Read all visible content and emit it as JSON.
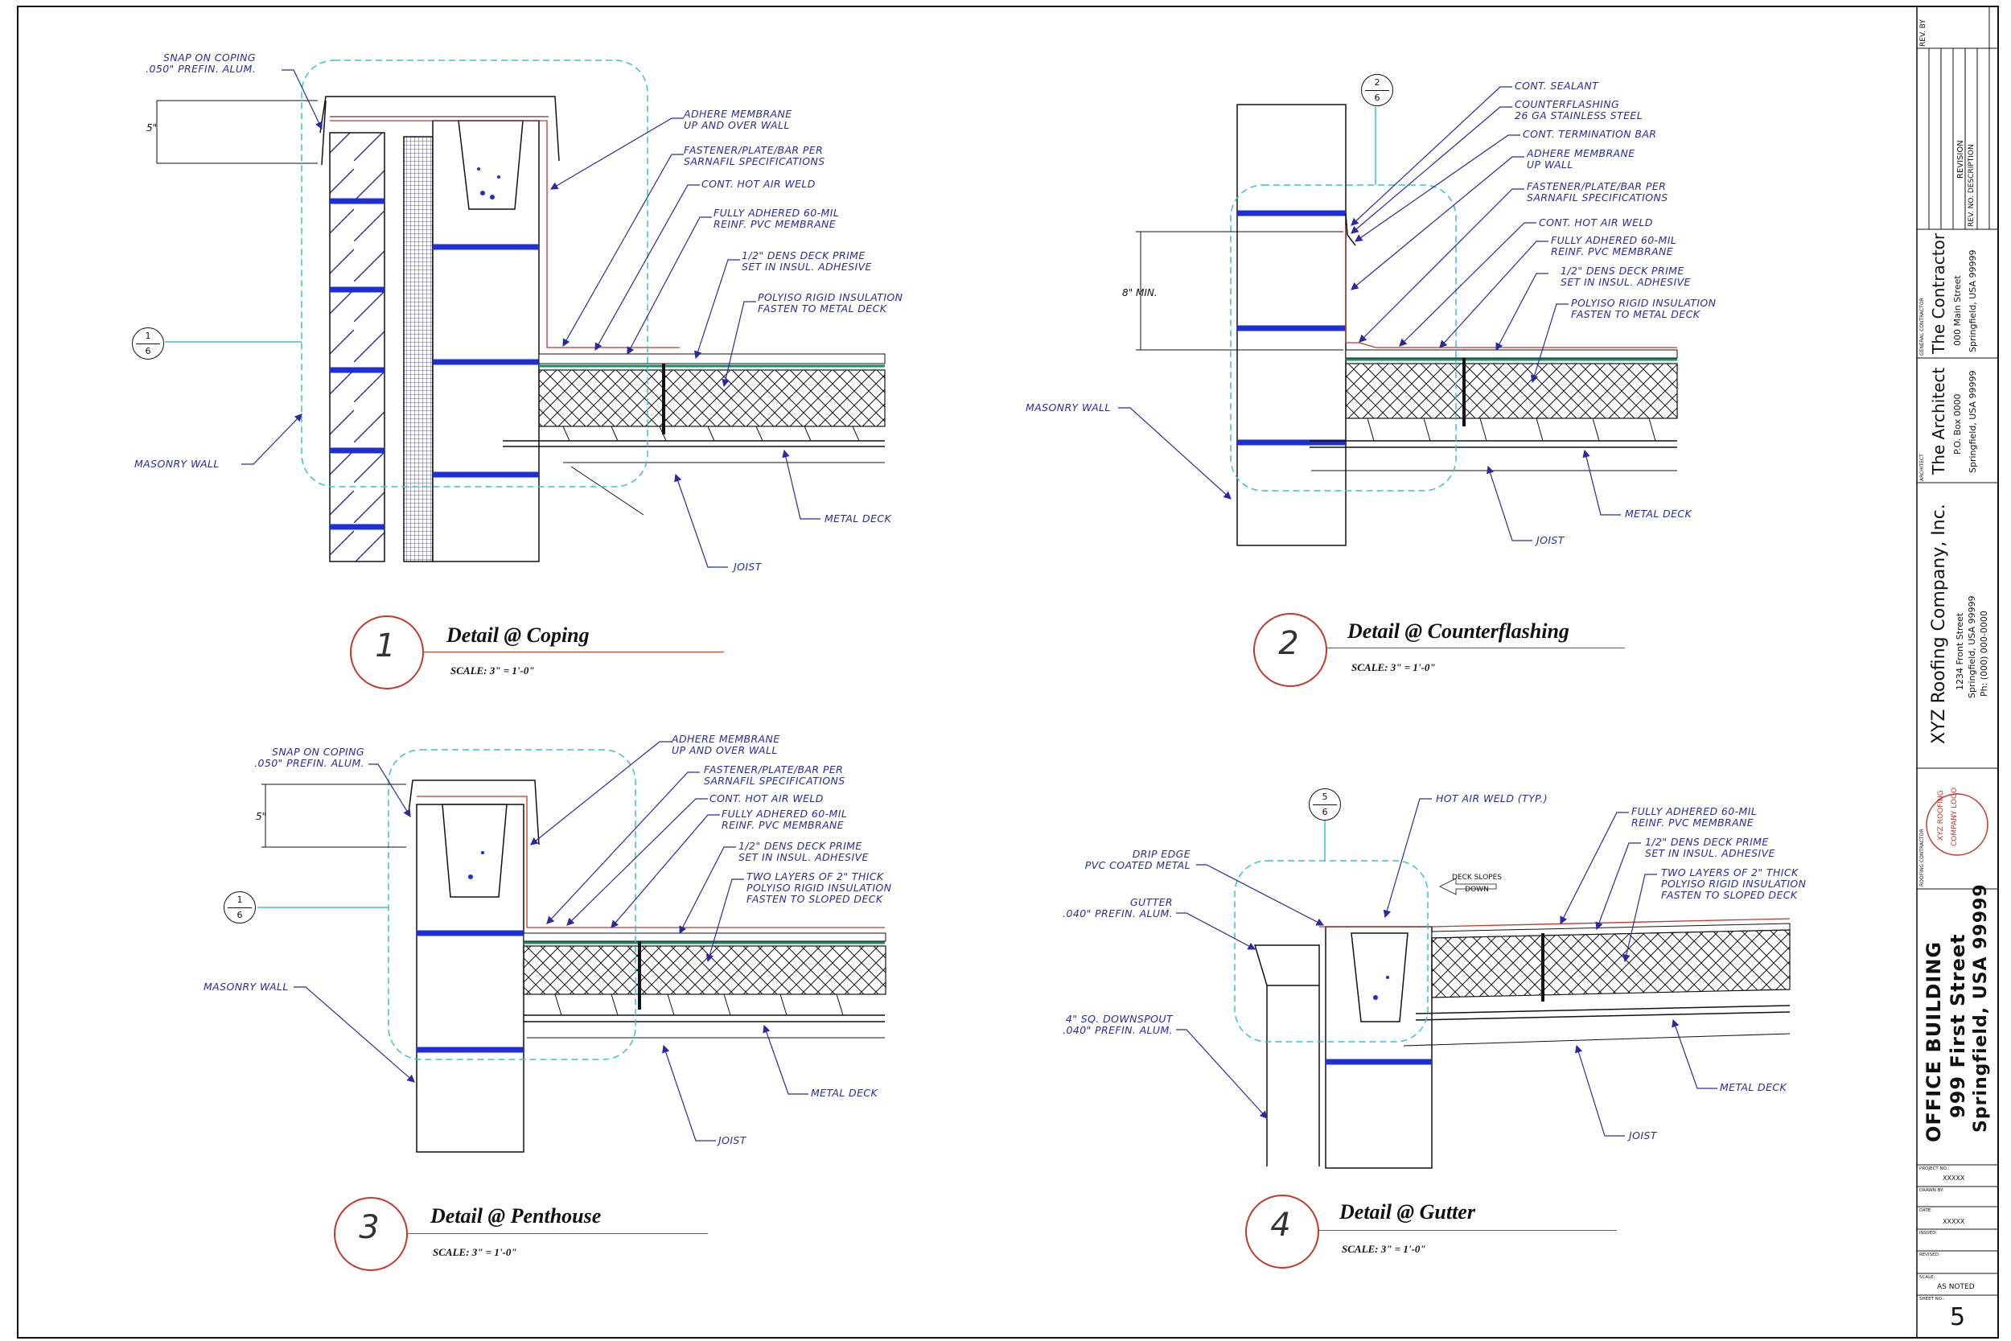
{
  "details": [
    {
      "num": "1",
      "title": "Detail @ Coping",
      "scale": "SCALE:  3\" = 1'-0\"",
      "section_ref": {
        "top": "1",
        "bottom": "6"
      },
      "dimension": "5\"",
      "labels": {
        "coping": [
          "SNAP ON COPING",
          ".050\" PREFIN. ALUM."
        ],
        "adhere": [
          "ADHERE MEMBRANE",
          "UP AND OVER WALL"
        ],
        "fastener": [
          "FASTENER/PLATE/BAR PER",
          "SARNAFIL SPECIFICATIONS"
        ],
        "weld": [
          "CONT. HOT AIR WELD"
        ],
        "membrane": [
          "FULLY ADHERED 60-MIL",
          "REINF. PVC MEMBRANE"
        ],
        "dens": [
          "1/2\" DENS DECK PRIME",
          "SET IN INSUL. ADHESIVE"
        ],
        "polyiso": [
          "POLYISO RIGID INSULATION",
          "FASTEN TO METAL DECK"
        ],
        "masonry": [
          "MASONRY WALL"
        ],
        "deck": [
          "METAL DECK"
        ],
        "joist": [
          "JOIST"
        ]
      }
    },
    {
      "num": "2",
      "title": "Detail @ Counterflashing",
      "scale": "SCALE:  3\" = 1'-0\"",
      "section_ref": {
        "top": "2",
        "bottom": "6"
      },
      "dimension": "8\" MIN.",
      "labels": {
        "sealant": [
          "CONT. SEALANT"
        ],
        "counter": [
          "COUNTERFLASHING",
          "26 GA STAINLESS STEEL"
        ],
        "termbar": [
          "CONT. TERMINATION BAR"
        ],
        "adhere": [
          "ADHERE MEMBRANE",
          "UP WALL"
        ],
        "fastener": [
          "FASTENER/PLATE/BAR PER",
          "SARNAFIL SPECIFICATIONS"
        ],
        "weld": [
          "CONT. HOT AIR WELD"
        ],
        "membrane": [
          "FULLY ADHERED 60-MIL",
          "REINF. PVC MEMBRANE"
        ],
        "dens": [
          "1/2\" DENS DECK PRIME",
          "SET IN INSUL. ADHESIVE"
        ],
        "polyiso": [
          "POLYISO RIGID INSULATION",
          "FASTEN TO METAL DECK"
        ],
        "masonry": [
          "MASONRY WALL"
        ],
        "deck": [
          "METAL DECK"
        ],
        "joist": [
          "JOIST"
        ]
      }
    },
    {
      "num": "3",
      "title": "Detail @ Penthouse",
      "scale": "SCALE:  3\" = 1'-0\"",
      "section_ref": {
        "top": "1",
        "bottom": "6"
      },
      "dimension": "5\"",
      "labels": {
        "coping": [
          "SNAP ON COPING",
          ".050\" PREFIN. ALUM."
        ],
        "adhere": [
          "ADHERE MEMBRANE",
          "UP AND OVER WALL"
        ],
        "fastener": [
          "FASTENER/PLATE/BAR PER",
          "SARNAFIL SPECIFICATIONS"
        ],
        "weld": [
          "CONT. HOT AIR WELD"
        ],
        "membrane": [
          "FULLY ADHERED 60-MIL",
          "REINF. PVC MEMBRANE"
        ],
        "dens": [
          "1/2\" DENS DECK PRIME",
          "SET IN INSUL. ADHESIVE"
        ],
        "polyiso": [
          "TWO LAYERS OF 2\" THICK",
          "POLYISO RIGID INSULATION",
          "FASTEN TO SLOPED DECK"
        ],
        "masonry": [
          "MASONRY WALL"
        ],
        "deck": [
          "METAL DECK"
        ],
        "joist": [
          "JOIST"
        ]
      }
    },
    {
      "num": "4",
      "title": "Detail @ Gutter",
      "scale": "SCALE:  3\" = 1'-0\"",
      "section_ref": {
        "top": "5",
        "bottom": "6"
      },
      "labels": {
        "weld": [
          "HOT AIR WELD (TYP.)"
        ],
        "drip": [
          "DRIP EDGE",
          "PVC COATED METAL"
        ],
        "gutter": [
          "GUTTER",
          ".040\" PREFIN. ALUM."
        ],
        "downspout": [
          "4\" SQ. DOWNSPOUT",
          ".040\" PREFIN. ALUM."
        ],
        "slope": [
          "DECK SLOPES",
          "DOWN"
        ],
        "membrane": [
          "FULLY ADHERED 60-MIL",
          "REINF. PVC MEMBRANE"
        ],
        "dens": [
          "1/2\" DENS DECK PRIME",
          "SET IN INSUL. ADHESIVE"
        ],
        "polyiso": [
          "TWO LAYERS OF 2\" THICK",
          "POLYISO RIGID INSULATION",
          "FASTEN TO SLOPED DECK"
        ],
        "deck": [
          "METAL DECK"
        ],
        "joist": [
          "JOIST"
        ]
      }
    }
  ],
  "title_block": {
    "revision_header": "REVISION",
    "rev_by": "REV. BY",
    "rev_no_desc": "REV. NO. DESCRIPTION",
    "general_contractor_caption": "GENERAL CONTRACTOR",
    "contractor": {
      "name": "The Contractor",
      "line1": "000 Main Street",
      "line2": "Springfield, USA 99999"
    },
    "architect_caption": "ARCHITECT",
    "architect": {
      "name": "The Architect",
      "line1": "P.O. Box 0000",
      "line2": "Springfield, USA 99999"
    },
    "company": {
      "name": "XYZ Roofing Company, Inc.",
      "line1": "1234 Front Street",
      "line2": "Springfield, USA 99999",
      "line3": "Ph: (000) 000-0000"
    },
    "roofing_contractor_caption": "ROOFING CONTRACTOR",
    "logo": [
      "XYZ",
      "ROOFING",
      "COMPANY",
      "LOGO"
    ],
    "project": {
      "line1": "OFFICE BUILDING",
      "line2": "999 First Street",
      "line3": "Springfield, USA 99999"
    },
    "fields": [
      {
        "label": "PROJECT NO.:",
        "value": "XXXXX"
      },
      {
        "label": "DRAWN BY:",
        "value": ""
      },
      {
        "label": "DATE:",
        "value": "XXXXX"
      },
      {
        "label": "ISSUED:",
        "value": ""
      },
      {
        "label": "REVISED:",
        "value": ""
      },
      {
        "label": "SCALE:",
        "value": "AS NOTED"
      },
      {
        "label": "SHEET NO.:",
        "value": "5"
      }
    ]
  }
}
